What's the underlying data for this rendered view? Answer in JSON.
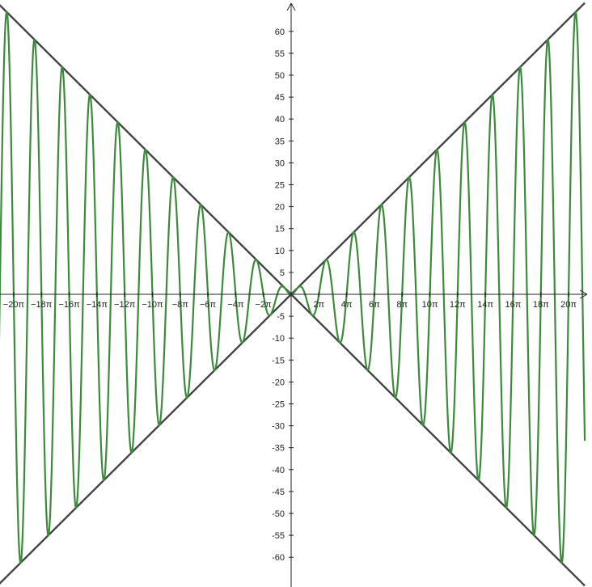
{
  "chart_data": {
    "type": "line",
    "title": "",
    "xlabel": "",
    "ylabel": "",
    "x_unit": "π",
    "xlim": [
      -66.5,
      66.5
    ],
    "ylim": [
      -65,
      66
    ],
    "grid": false,
    "x_ticks": [
      {
        "value": -62.832,
        "label": "−20π"
      },
      {
        "value": -56.549,
        "label": "−18π"
      },
      {
        "value": -50.265,
        "label": "−16π"
      },
      {
        "value": -43.982,
        "label": "−14π"
      },
      {
        "value": -37.699,
        "label": "−12π"
      },
      {
        "value": -31.416,
        "label": "−10π"
      },
      {
        "value": -25.133,
        "label": "−8π"
      },
      {
        "value": -18.85,
        "label": "−6π"
      },
      {
        "value": -12.566,
        "label": "−4π"
      },
      {
        "value": -6.283,
        "label": "−2π"
      },
      {
        "value": 6.283,
        "label": "2π"
      },
      {
        "value": 12.566,
        "label": "4π"
      },
      {
        "value": 18.85,
        "label": "6π"
      },
      {
        "value": 25.133,
        "label": "8π"
      },
      {
        "value": 31.416,
        "label": "10π"
      },
      {
        "value": 37.699,
        "label": "12π"
      },
      {
        "value": 43.982,
        "label": "14π"
      },
      {
        "value": 50.265,
        "label": "16π"
      },
      {
        "value": 56.549,
        "label": "18π"
      },
      {
        "value": 62.832,
        "label": "20π"
      }
    ],
    "y_ticks": [
      {
        "value": 60,
        "label": "60"
      },
      {
        "value": 55,
        "label": "55"
      },
      {
        "value": 50,
        "label": "50"
      },
      {
        "value": 45,
        "label": "45"
      },
      {
        "value": 40,
        "label": "40"
      },
      {
        "value": 35,
        "label": "35"
      },
      {
        "value": 30,
        "label": "30"
      },
      {
        "value": 25,
        "label": "25"
      },
      {
        "value": 20,
        "label": "20"
      },
      {
        "value": 15,
        "label": "15"
      },
      {
        "value": 10,
        "label": "10"
      },
      {
        "value": 5,
        "label": "5"
      },
      {
        "value": -5,
        "label": "-5"
      },
      {
        "value": -10,
        "label": "-10"
      },
      {
        "value": -15,
        "label": "-15"
      },
      {
        "value": -20,
        "label": "-20"
      },
      {
        "value": -25,
        "label": "-25"
      },
      {
        "value": -30,
        "label": "-30"
      },
      {
        "value": -35,
        "label": "-35"
      },
      {
        "value": -40,
        "label": "-40"
      },
      {
        "value": -45,
        "label": "-45"
      },
      {
        "value": -50,
        "label": "-50"
      },
      {
        "value": -55,
        "label": "-55"
      },
      {
        "value": -60,
        "label": "-60"
      }
    ],
    "series": [
      {
        "function": "y = x·sin(x)",
        "color": "#3d8a3d",
        "x_range": [
          -66.5,
          66.5
        ]
      },
      {
        "function": "y = x",
        "color": "#444444",
        "x_range": [
          -66.5,
          66.5
        ]
      },
      {
        "function": "y = -x",
        "color": "#444444",
        "x_range": [
          -66.5,
          66.5
        ]
      }
    ],
    "axis_color": "#222222"
  }
}
